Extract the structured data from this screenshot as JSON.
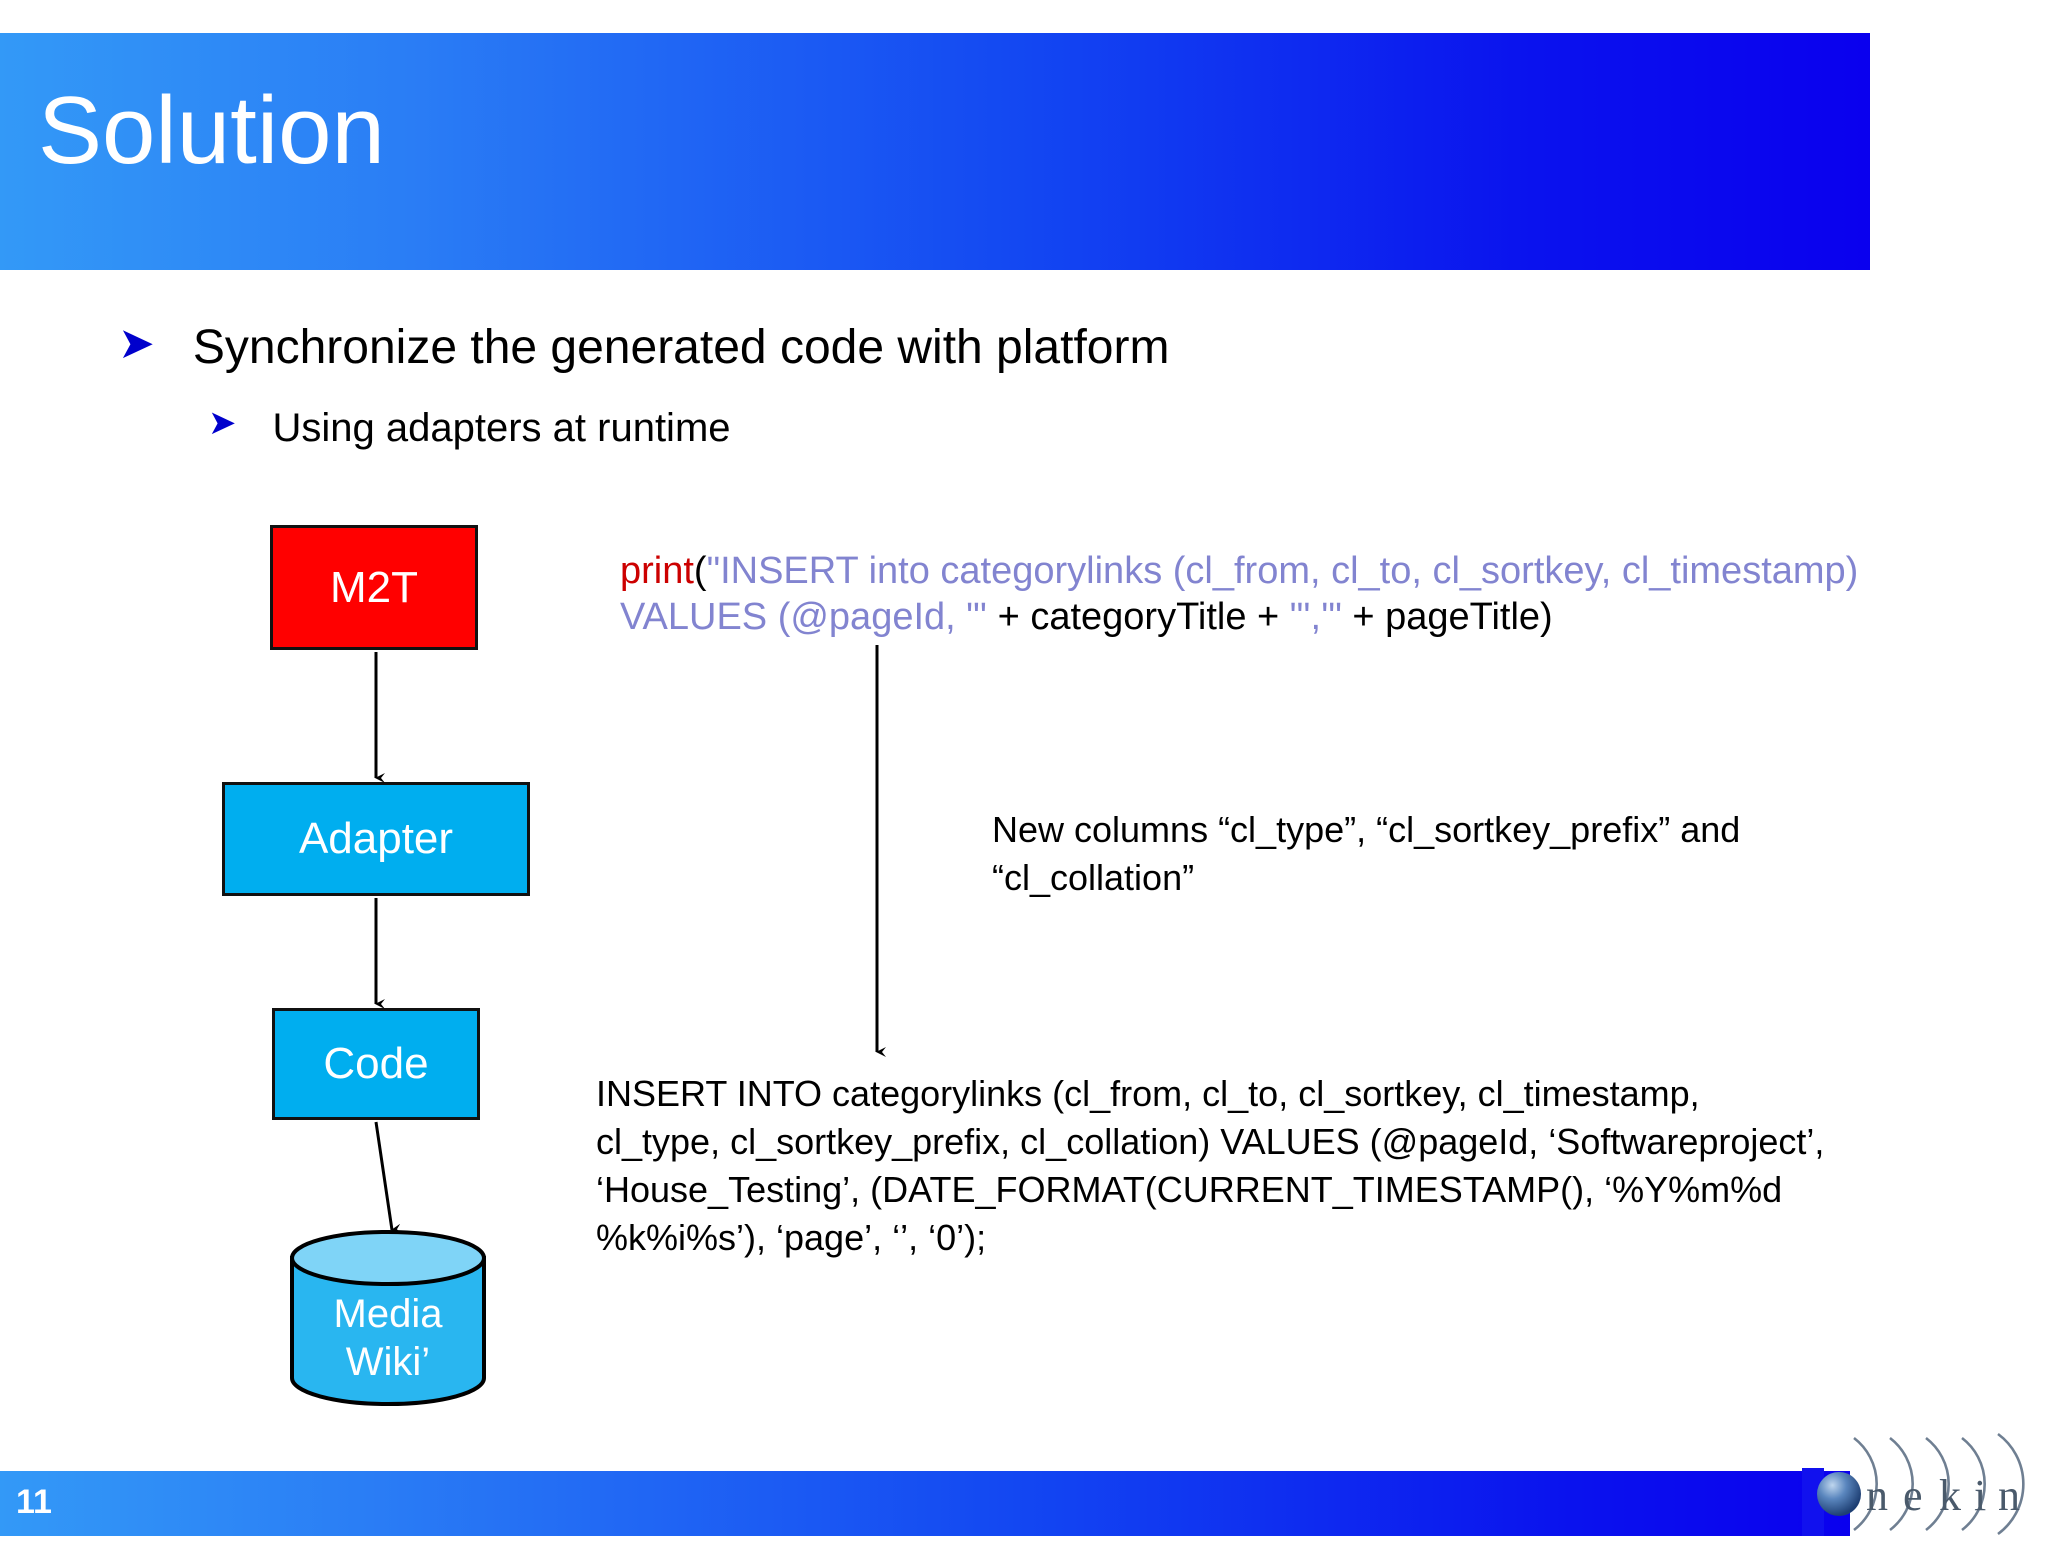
{
  "slide": {
    "title": "Solution",
    "page_number": "11"
  },
  "bullets": [
    {
      "level": 1,
      "marker": "arrow-bullet-icon",
      "text": "Synchronize the generated code with platform"
    },
    {
      "level": 2,
      "marker": "arrow-bullet-icon",
      "text": "Using adapters at runtime"
    }
  ],
  "diagram": {
    "nodes": [
      {
        "id": "m2t",
        "label": "M2T",
        "shape": "rectangle",
        "fill": "#FF0000"
      },
      {
        "id": "adapter",
        "label": "Adapter",
        "shape": "rectangle",
        "fill": "#00AEEF"
      },
      {
        "id": "code",
        "label": "Code",
        "shape": "rectangle",
        "fill": "#00AEEF"
      },
      {
        "id": "mediawiki",
        "label_line1": "Media",
        "label_line2": "Wiki’",
        "shape": "cylinder",
        "fill": "#29B6F0"
      }
    ],
    "edges": [
      {
        "from": "m2t",
        "to": "adapter"
      },
      {
        "from": "adapter",
        "to": "code"
      },
      {
        "from": "code",
        "to": "mediawiki"
      },
      {
        "from": "m2t_code_snippet",
        "to": "result_sql"
      }
    ]
  },
  "code_snippet": {
    "line1": {
      "print_keyword": "print",
      "open_paren": "(",
      "string_part": "\"INSERT into categorylinks (cl_from, cl_to, cl_sortkey, cl_timestamp)"
    },
    "line2": {
      "string_part": "VALUES (@pageId, \"'",
      "plain_part_1": " + categoryTitle + ",
      "string_part_2": "\"','\"",
      "plain_part_2": " + pageTitle)"
    }
  },
  "note": {
    "text": "New columns “cl_type”, “cl_sortkey_prefix” and “cl_collation”"
  },
  "result_sql": {
    "line1": "INSERT INTO categorylinks (cl_from, cl_to, cl_sortkey, cl_timestamp,",
    "line2": "cl_type, cl_sortkey_prefix, cl_collation) VALUES (@pageId, ‘Softwareproject’,",
    "line3": "‘House_Testing’, (DATE_FORMAT(CURRENT_TIMESTAMP(), ‘%Y%m%d",
    "line4": "%k%i%s’), ‘page’, ‘’, ‘0’);"
  },
  "logo": {
    "text": "onekin"
  },
  "colors": {
    "banner_start": "#3399F7",
    "banner_end": "#0A00EE",
    "bullet_marker": "#0000CC",
    "box_red": "#FF0000",
    "box_cyan": "#00AEEF",
    "code_keyword": "#CC0000",
    "code_string": "#8284D0",
    "cylinder_body": "#29B6F0",
    "cylinder_top": "#7FD4F7"
  }
}
